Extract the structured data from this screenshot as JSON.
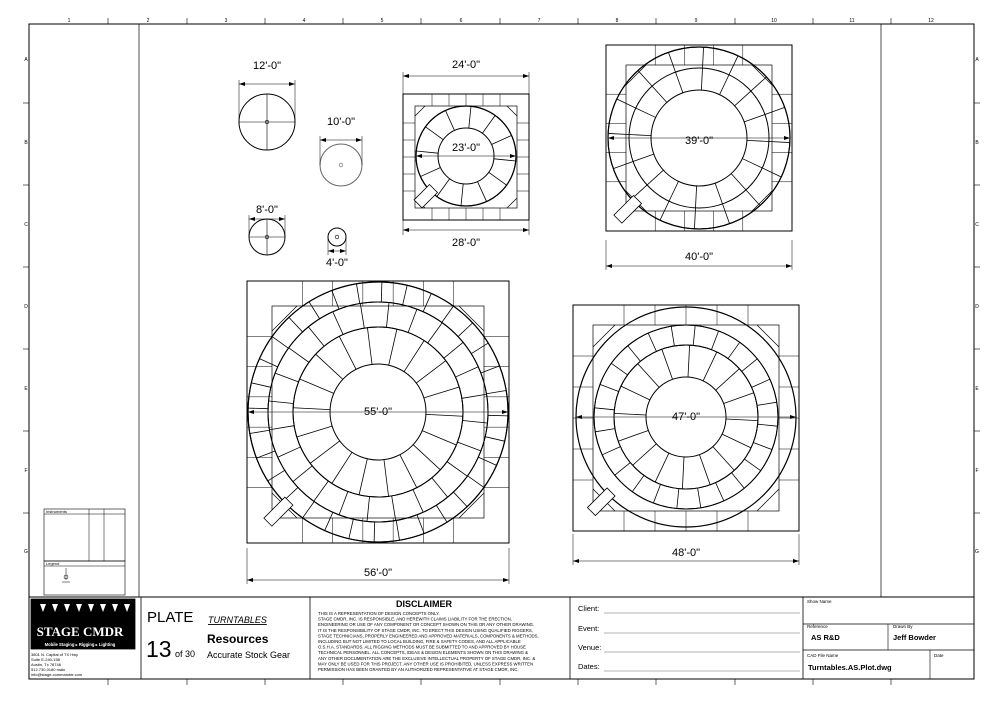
{
  "grid": {
    "columns": [
      "1",
      "2",
      "3",
      "4",
      "5",
      "6",
      "7",
      "8",
      "9",
      "10",
      "11",
      "12"
    ],
    "rows": [
      "A",
      "B",
      "C",
      "D",
      "E",
      "F",
      "G"
    ]
  },
  "drawings": [
    {
      "id": "tt-12",
      "dimension": "12'-0\""
    },
    {
      "id": "tt-10",
      "dimension": "10'-0\""
    },
    {
      "id": "tt-8",
      "dimension": "8'-0\""
    },
    {
      "id": "tt-4",
      "dimension": "4'-0\""
    },
    {
      "id": "tt-23",
      "dimension": "23'-0\"",
      "outer_dimension": "24'-0\"",
      "base_dimension": "28'-0\""
    },
    {
      "id": "tt-39",
      "dimension": "39'-0\"",
      "base_dimension": "40'-0\""
    },
    {
      "id": "tt-55",
      "dimension": "55'-0\"",
      "base_dimension": "56'-0\""
    },
    {
      "id": "tt-47",
      "dimension": "47'-0\"",
      "base_dimension": "48'-0\""
    }
  ],
  "side_panel": {
    "instruments_label": "Instruments",
    "legend_label": "Legend"
  },
  "logo": {
    "name": "STAGE CMDR",
    "tagline": "Mobile Staging ▸ Rigging ▸ Lighting",
    "address_lines": [
      "3801 N. Capital of TX Hwy",
      "Suite E-240-158",
      "Austin, Tx 78746",
      "512.730.0180 main",
      "info@stage-commander.com"
    ]
  },
  "plate": {
    "plate_label": "PLATE",
    "category": "TURNTABLES",
    "number": "13",
    "of_total": "of 30",
    "section": "Resources",
    "subtitle": "Accurate Stock Gear"
  },
  "disclaimer": {
    "title": "DISCLAIMER",
    "lines": [
      "THIS IS A REPRESENTATION OF DESIGN CONCEPTS ONLY.",
      "STAGE CMDR, INC. IS RESPONSIBLE, AND HEREWITH CLAIMS LIABILITY FOR THE ERECTION,",
      "ENGINEERING OR USE OF ANY COMPONENT OR CONCEPT SHOWN ON THIS OR ANY OTHER DRAWING.",
      "IT IS THE RESPONSIBILITY OF STAGE CMDR, INC. TO ERECT THIS DESIGN USING QUALIFIED RIGGERS,",
      "STAGE TECHNICIANS, PROPERLY ENGINEERED AND APPROVED MATERIALS, COMPONENTS & METHODS,",
      "INCLUDING BUT NOT LIMITED TO LOCAL BUILDING, FIRE & SAFETY CODES, AND ALL APPLICABLE",
      "O.S.H.A. STANDARDS.  ALL RIGGING METHODS MUST BE SUBMITTED TO AND APPROVED BY HOUSE",
      "TECHNICAL PERSONNEL.  ALL CONCEPTS, IDEAS & DESIGN ELEMENTS SHOWN ON THIS DRAWING &",
      "ANY OTHER DOCUMENTATION ARE THE EXCLUSIVE INTELLECTUAL PROPERTY OF STAGE CMDR, INC. &",
      "MAY ONLY BE USED FOR THIS PROJECT.  ANY OTHER USE IS PROHIBITED, UNLESS EXPRESS WRITTEN",
      "PERMISSION HAS BEEN GRANTED BY AN AUTHORIZED REPRESENTATIVE AT STAGE CMDR, INC."
    ]
  },
  "info_fields": {
    "client": "Client:",
    "event": "Event:",
    "venue": "Venue:",
    "dates": "Dates:"
  },
  "title_block": {
    "show_name_label": "Show Name",
    "reference_label": "Reference",
    "reference_value": "AS R&D",
    "drawn_by_label": "Drawn By",
    "drawn_by_value": "Jeff Bowder",
    "cad_file_label": "CAD File Name",
    "cad_file_value": "Turntables.AS.Plot.dwg",
    "date_label": "Date"
  }
}
